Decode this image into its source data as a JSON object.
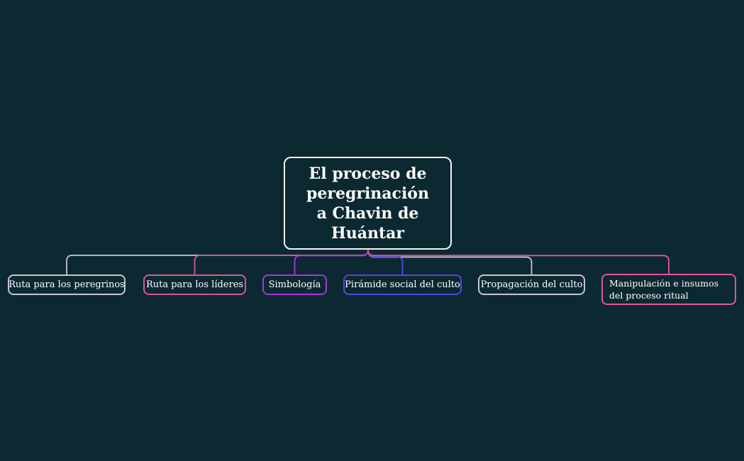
{
  "canvas": {
    "background_color": "#0c2931",
    "text_color": "#ffffff"
  },
  "root_node": {
    "label": "El proceso de peregrinación a Chavin de Huántar",
    "border_color": "#f2f4f5"
  },
  "child_nodes": [
    {
      "label": "Ruta para los peregrinos",
      "color": "#c9c3d3"
    },
    {
      "label": "Ruta para los líderes",
      "color": "#d6559b"
    },
    {
      "label": "Simbología",
      "color": "#a13ad6"
    },
    {
      "label": "Pirámide social del culto",
      "color": "#5a43e6"
    },
    {
      "label": "Propagación del culto",
      "color": "#c9c3d3"
    },
    {
      "label": "Manipulación e insumos del proceso ritual",
      "color": "#e1549e"
    }
  ]
}
